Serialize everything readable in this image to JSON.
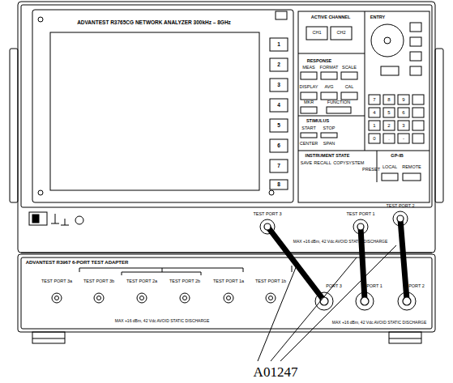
{
  "diagram": {
    "labels": [
      "ADVANTEST R3765CG NETWORK ANALYZER 300kHz – 8GHz",
      "ACTIVE CHANNEL",
      "CH1",
      "CH2",
      "ENTRY",
      "RESPONSE",
      "MEAS",
      "FORMAT",
      "SCALE",
      "DISPLAY",
      "AVG",
      "CAL",
      "MKR",
      "FUNCTION",
      "STIMULUS",
      "START",
      "STOP",
      "CENTER",
      "SPAN",
      "INSTRUMENT STATE",
      "SAVE",
      "RECALL",
      "COPY",
      "SYSTEM",
      "PRESET",
      "GP-IB",
      "LOCAL",
      "REMOTE",
      "7",
      "8",
      "9",
      "4",
      "5",
      "6",
      "1",
      "2",
      "3",
      "0",
      ".",
      "-",
      "1",
      "2",
      "3",
      "4",
      "5",
      "6",
      "7",
      "8",
      "TEST PORT 3",
      "TEST PORT 1",
      "TEST PORT 2",
      "MAX +16 dBm, 42 Vdc  AVOID STATIC DISCHARGE",
      "ADVANTEST R3967 6-PORT TEST ADAPTER",
      "TEST PORT 3a",
      "TEST PORT 3b",
      "TEST PORT 2a",
      "TEST PORT 2b",
      "TEST PORT 1a",
      "TEST PORT 1b",
      "MAX +16 dBm, 42 Vdc  AVOID STATIC DISCHARGE",
      "PORT 3",
      "PORT 1",
      "PORT 2",
      "MAX +16 dBm, 42 Vdc  AVOID STATIC DISCHARGE",
      "A01247"
    ]
  }
}
